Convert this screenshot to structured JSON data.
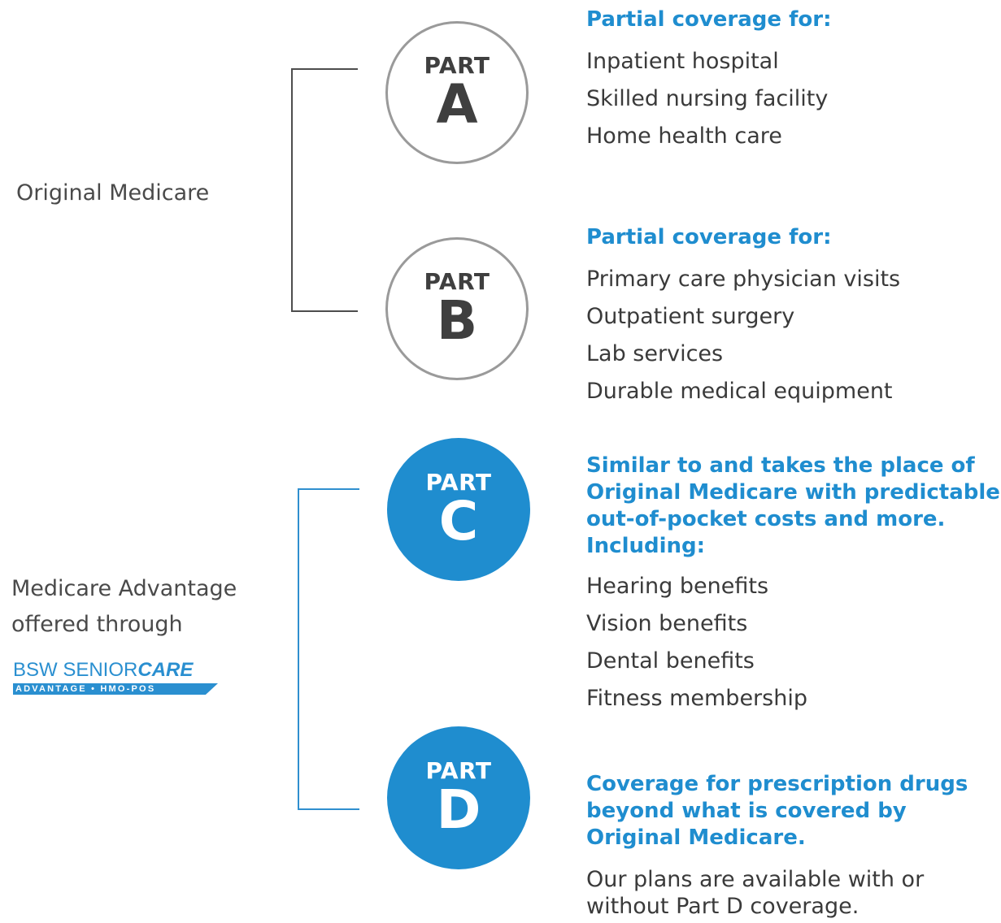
{
  "original": {
    "label": "Original Medicare"
  },
  "advantage": {
    "label_line1": "Medicare Advantage",
    "label_line2": "offered through",
    "logo": {
      "word_plain": "BSW SENIOR",
      "word_bold": "CARE",
      "tagline": "ADVANTAGE • HMO-POS",
      "color": "#2a8fd0"
    }
  },
  "parts": {
    "a": {
      "small": "PART",
      "letter": "A",
      "heading": "Partial coverage for:",
      "items": [
        "Inpatient hospital",
        "Skilled nursing facility",
        "Home health care"
      ]
    },
    "b": {
      "small": "PART",
      "letter": "B",
      "heading": "Partial coverage for:",
      "items": [
        "Primary care physician visits",
        "Outpatient surgery",
        "Lab services",
        "Durable medical equipment"
      ]
    },
    "c": {
      "small": "PART",
      "letter": "C",
      "heading_lines": [
        "Similar to and takes the place of",
        "Original Medicare with predictable",
        "out-of-pocket costs and more.",
        "Including:"
      ],
      "items": [
        "Hearing benefits",
        "Vision benefits",
        "Dental benefits",
        "Fitness membership"
      ]
    },
    "d": {
      "small": "PART",
      "letter": "D",
      "heading_lines": [
        "Coverage for prescription drugs",
        "beyond what is covered by",
        "Original Medicare."
      ],
      "note_lines": [
        "Our plans are available with or",
        "without Part D coverage."
      ]
    }
  },
  "colors": {
    "accent": "#1f8dcf",
    "outline": "#9a9a9a",
    "text": "#3a3a3a"
  }
}
